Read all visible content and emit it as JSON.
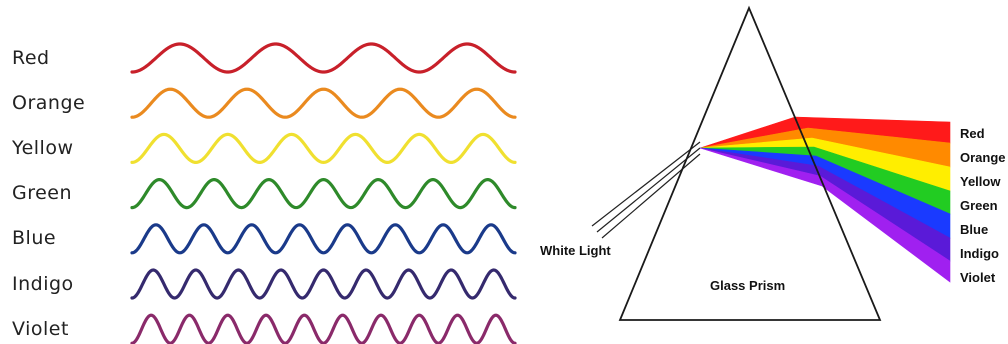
{
  "waves": [
    {
      "label": "Red",
      "color": "#c8202a",
      "cycles": 4
    },
    {
      "label": "Orange",
      "color": "#ea8a1f",
      "cycles": 5
    },
    {
      "label": "Yellow",
      "color": "#f0e030",
      "cycles": 6
    },
    {
      "label": "Green",
      "color": "#2e8a2a",
      "cycles": 7
    },
    {
      "label": "Blue",
      "color": "#1a3a8a",
      "cycles": 8
    },
    {
      "label": "Indigo",
      "color": "#352a6e",
      "cycles": 9
    },
    {
      "label": "Violet",
      "color": "#8a2a6a",
      "cycles": 10
    }
  ],
  "prism": {
    "prism_label": "Glass Prism",
    "light_label": "White Light",
    "spectrum": [
      {
        "label": "Red",
        "color": "#ff1a1a"
      },
      {
        "label": "Orange",
        "color": "#ff8a00"
      },
      {
        "label": "Yellow",
        "color": "#ffee00"
      },
      {
        "label": "Green",
        "color": "#22cc22"
      },
      {
        "label": "Blue",
        "color": "#1a3aff"
      },
      {
        "label": "Indigo",
        "color": "#5a1ad8"
      },
      {
        "label": "Violet",
        "color": "#a020f0"
      }
    ]
  }
}
